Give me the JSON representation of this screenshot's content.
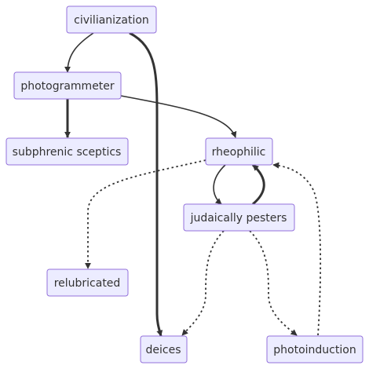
{
  "diagram": {
    "type": "flowchart",
    "nodes": [
      {
        "id": "civilianization",
        "label": "civilianization"
      },
      {
        "id": "photogrammeter",
        "label": "photogrammeter"
      },
      {
        "id": "subphrenic",
        "label": "subphrenic sceptics"
      },
      {
        "id": "rheophilic",
        "label": "rheophilic"
      },
      {
        "id": "judaically",
        "label": "judaically pesters"
      },
      {
        "id": "relubricated",
        "label": "relubricated"
      },
      {
        "id": "deices",
        "label": "deices"
      },
      {
        "id": "photoinduction",
        "label": "photoinduction"
      }
    ],
    "edges": [
      {
        "from": "civilianization",
        "to": "photogrammeter",
        "style": "solid"
      },
      {
        "from": "civilianization",
        "to": "deices",
        "style": "thick"
      },
      {
        "from": "photogrammeter",
        "to": "subphrenic",
        "style": "thick"
      },
      {
        "from": "photogrammeter",
        "to": "rheophilic",
        "style": "solid"
      },
      {
        "from": "rheophilic",
        "to": "judaically",
        "style": "solid"
      },
      {
        "from": "judaically",
        "to": "rheophilic",
        "style": "thick"
      },
      {
        "from": "rheophilic",
        "to": "relubricated",
        "style": "dotted"
      },
      {
        "from": "judaically",
        "to": "deices",
        "style": "dotted"
      },
      {
        "from": "judaically",
        "to": "photoinduction",
        "style": "dotted"
      },
      {
        "from": "photoinduction",
        "to": "rheophilic",
        "style": "dotted"
      }
    ],
    "colors": {
      "node_fill": "#ECECFF",
      "node_stroke": "#9370DB",
      "edge": "#333333",
      "text": "#333333"
    }
  }
}
